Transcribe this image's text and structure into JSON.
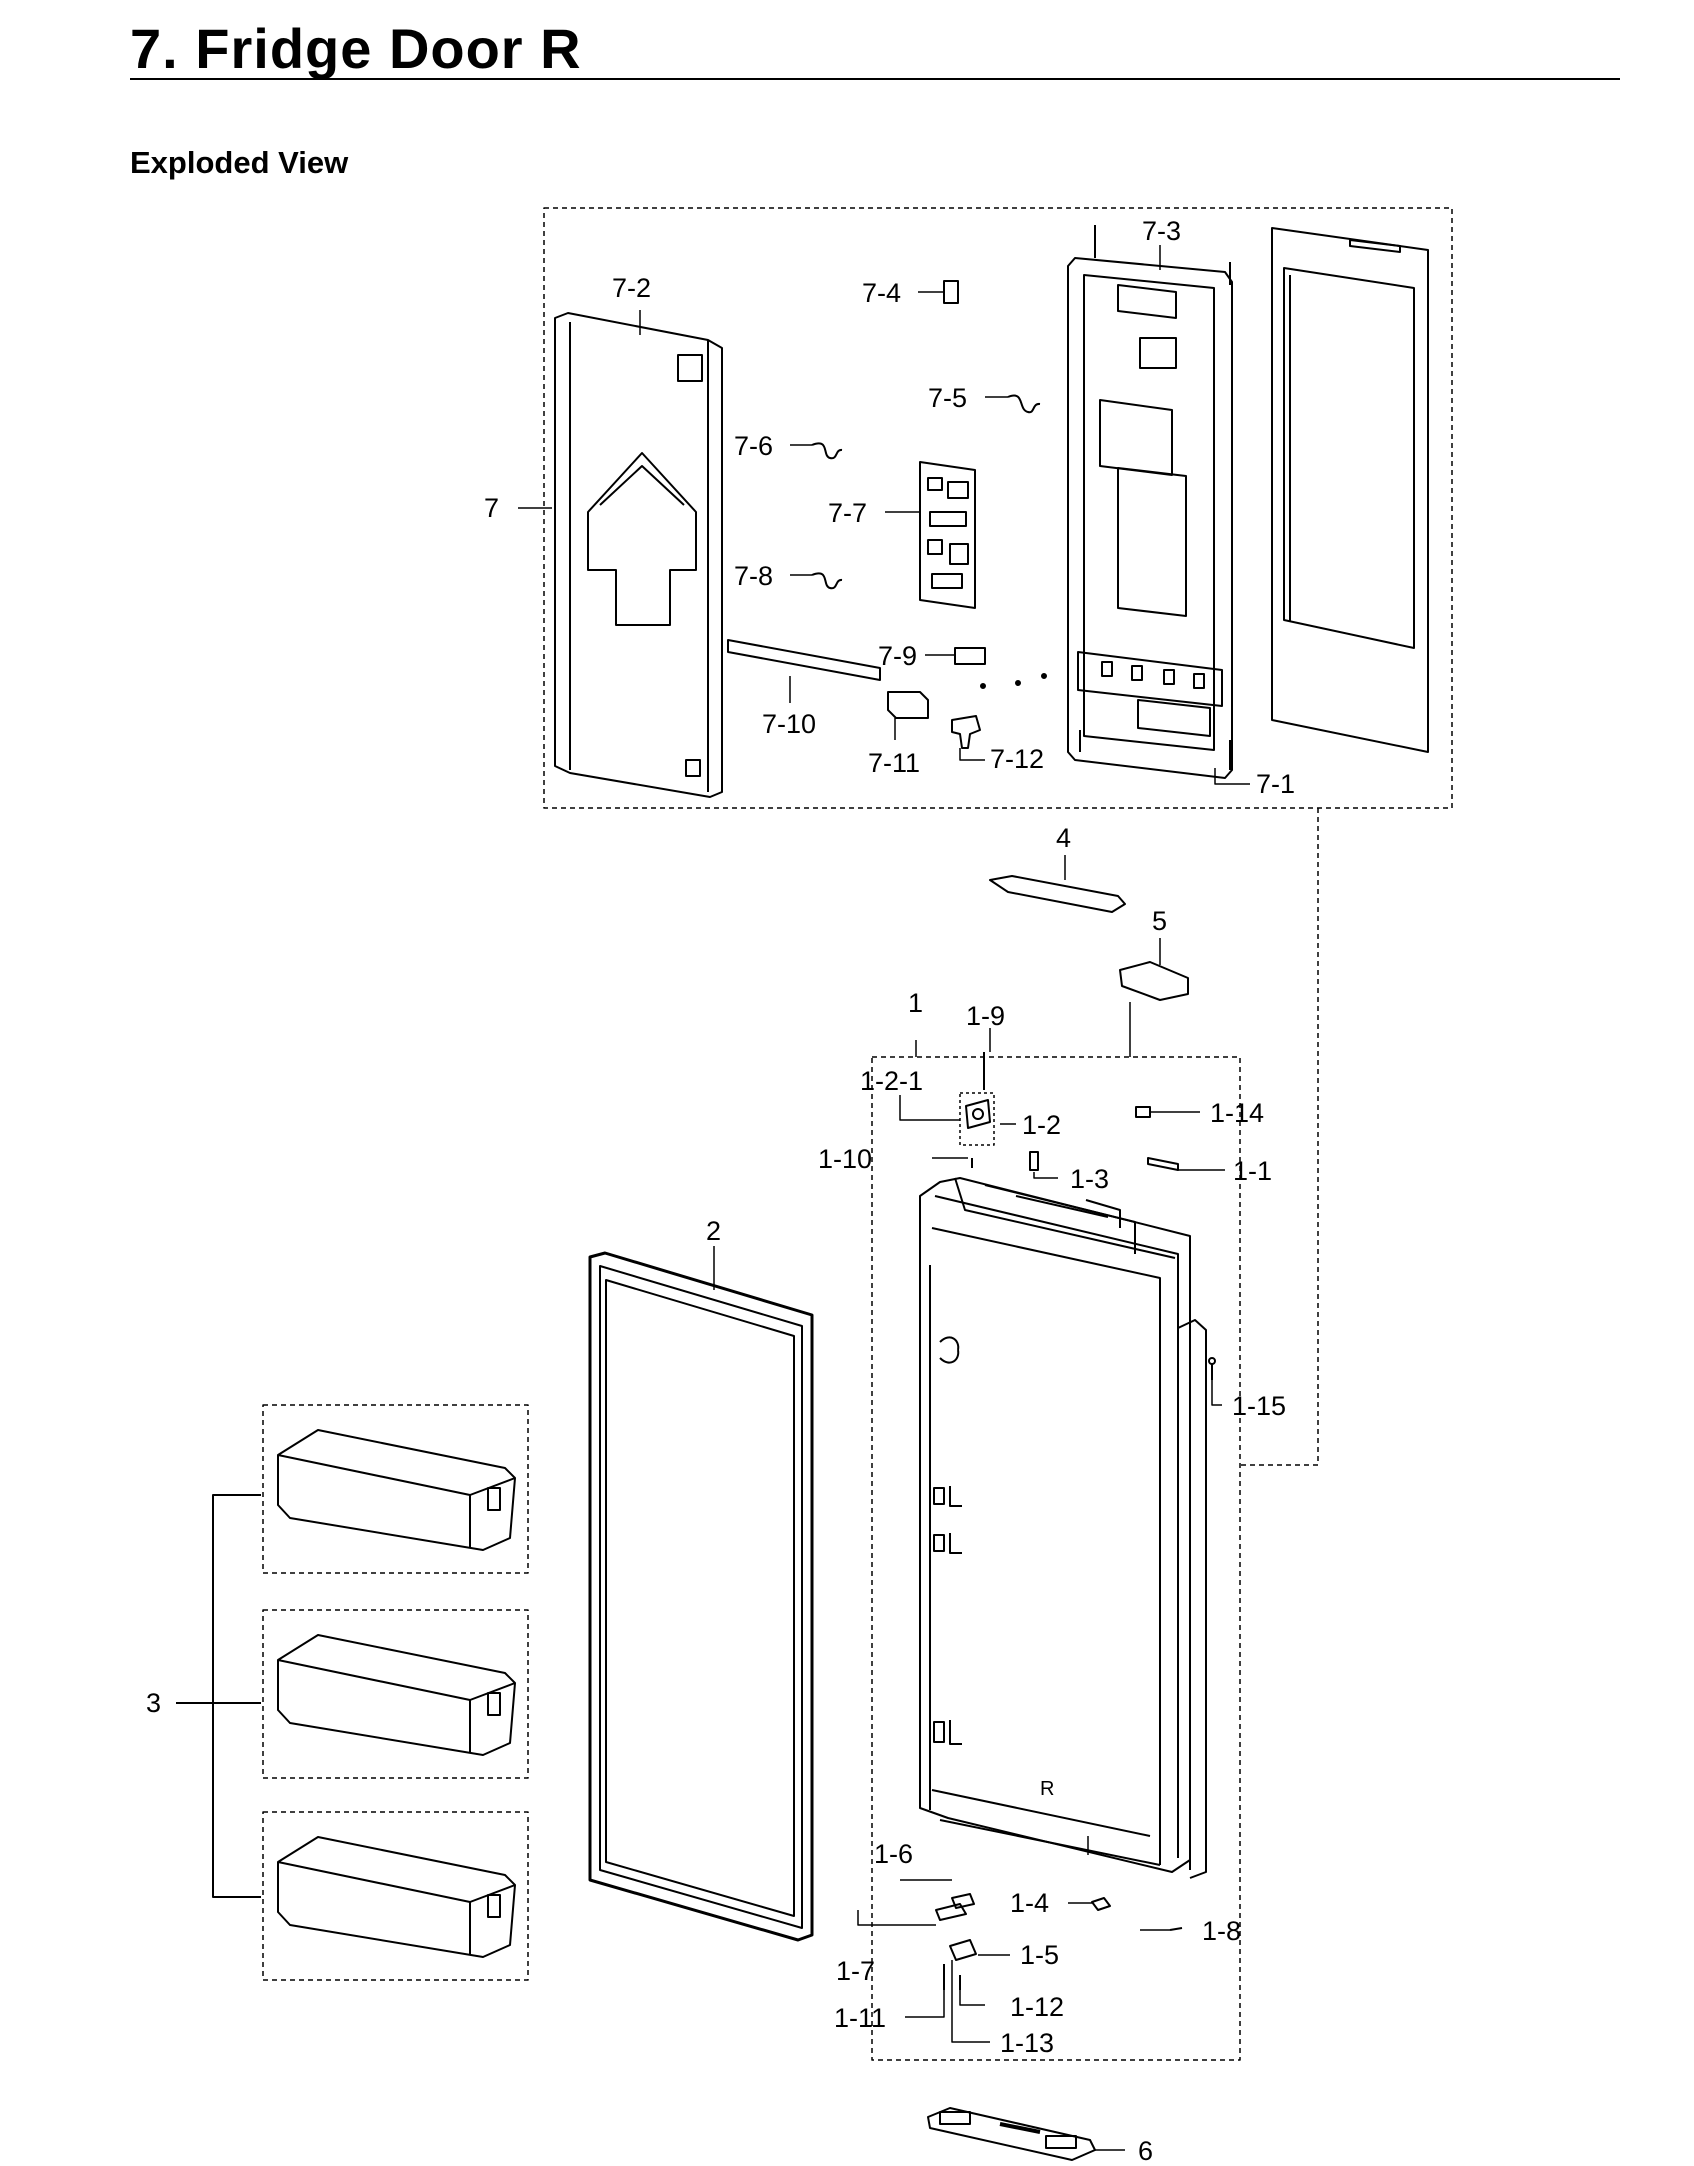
{
  "header": {
    "title": "7.  Fridge Door R",
    "subtitle": "Exploded View"
  },
  "door_marking": "R",
  "labels": {
    "7": "7",
    "7-1": "7-1",
    "7-2": "7-2",
    "7-3": "7-3",
    "7-4": "7-4",
    "7-5": "7-5",
    "7-6": "7-6",
    "7-7": "7-7",
    "7-8": "7-8",
    "7-9": "7-9",
    "7-10": "7-10",
    "7-11": "7-11",
    "7-12": "7-12",
    "1": "1",
    "1-1": "1-1",
    "1-2": "1-2",
    "1-2-1": "1-2-1",
    "1-3": "1-3",
    "1-4": "1-4",
    "1-5": "1-5",
    "1-6": "1-6",
    "1-7": "1-7",
    "1-8": "1-8",
    "1-9": "1-9",
    "1-10": "1-10",
    "1-11": "1-11",
    "1-12": "1-12",
    "1-13": "1-13",
    "1-14": "1-14",
    "1-15": "1-15",
    "2": "2",
    "3": "3",
    "4": "4",
    "5": "5",
    "6": "6"
  }
}
